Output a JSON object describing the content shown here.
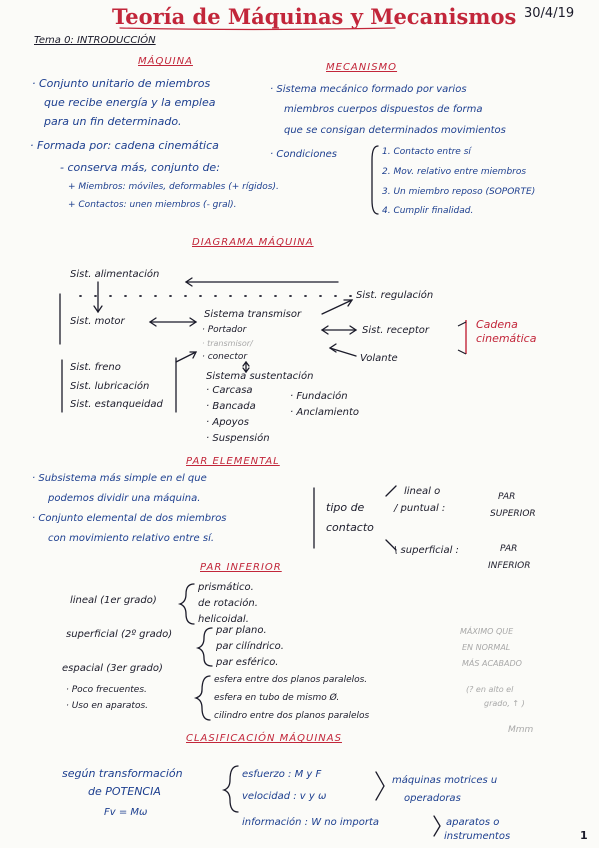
{
  "header": {
    "title": "Teoría de Máquinas y Mecanismos",
    "date": "30/4/19",
    "tema": "Tema 0: INTRODUCCIÓN"
  },
  "maquina": {
    "heading": "MÁQUINA",
    "lines": [
      "· Conjunto unitario de miembros",
      "que recibe energía y la emplea",
      "para un fin determinado.",
      "· Formada por: cadena cinemática",
      "- conserva más, conjunto de:",
      "+ Miembros: móviles, deformables (+ rígidos).",
      "+ Contactos: unen miembros (- gral)."
    ]
  },
  "mecanismo": {
    "heading": "MECANISMO",
    "lines": [
      "· Sistema mecánico formado por varios",
      "miembros cuerpos dispuestos de forma",
      "que se consigan determinados movimientos"
    ],
    "condiciones_label": "· Condiciones",
    "condiciones": [
      "1. Contacto entre sí",
      "2. Mov. relativo entre miembros",
      "3. Un miembro reposo (SOPORTE)",
      "4. Cumplir finalidad."
    ]
  },
  "diagrama": {
    "heading": "DIAGRAMA MÁQUINA",
    "sist_alimentacion": "Sist. alimentación",
    "sist_regulacion": "Sist. regulación",
    "sist_motor": "Sist. motor",
    "sistema_transmisor": "Sistema transmisor",
    "transmisor_items": [
      "· Portador",
      "· transmisor/",
      "· conector"
    ],
    "sist_receptor": "Sist. receptor",
    "cadena_cinematica": "Cadena cinemática",
    "volante": "Volante",
    "sist_freno": "Sist. freno",
    "sist_lubricacion": "Sist. lubricación",
    "sist_estanqueidad": "Sist. estanqueidad",
    "sistema_sustentacion": "Sistema sustentación",
    "sustentacion_items": [
      "· Carcasa",
      "· Bancada",
      "· Apoyos",
      "· Suspensión"
    ],
    "sustentacion_items2": [
      "· Fundación",
      "· Anclamiento"
    ]
  },
  "par_elemental": {
    "heading": "PAR ELEMENTAL",
    "lines": [
      "· Subsistema más simple en el que",
      "podemos dividir una máquina.",
      "· Conjunto elemental de dos miembros",
      "con movimiento relativo entre sí."
    ],
    "tipo_contacto": [
      "tipo de",
      "contacto"
    ],
    "lineal_puntual": [
      "lineal o",
      "/ puntual :"
    ],
    "par_superior": [
      "PAR",
      "SUPERIOR"
    ],
    "superficial": "\\ superficial :",
    "par_inferior": [
      "PAR",
      "INFERIOR"
    ]
  },
  "par_inferior": {
    "heading": "PAR INFERIOR",
    "lineal_label": "lineal (1er grado)",
    "lineal_items": [
      "prismático.",
      "de rotación.",
      "helicoidal."
    ],
    "superficial_label": "superficial (2º grado)",
    "superficial_items": [
      "par plano.",
      "par cilíndrico.",
      "par esférico."
    ],
    "espacial_label": "espacial (3er grado)",
    "espacial_notes": [
      "· Poco frecuentes.",
      "· Uso en aparatos."
    ],
    "espacial_items": [
      "esfera entre dos planos paralelos.",
      "esfera en tubo de mismo Ø.",
      "cilindro entre dos planos paralelos"
    ],
    "margin_notes": [
      "MÁXIMO QUE",
      "EN NORMAL",
      "MÁS ACABADO",
      "(? en alto el",
      "grado, ↑ )"
    ],
    "signature": "Mmm"
  },
  "clasificacion": {
    "heading": "CLASIFICACIÓN MÁQUINAS",
    "segun": [
      "según transformación",
      "de POTENCIA"
    ],
    "formula": "Fv = Mω",
    "rows": [
      "esfuerzo : M y F",
      "velocidad : v y ω",
      "información : W no importa"
    ],
    "result1": [
      "máquinas motrices u",
      "operadoras"
    ],
    "result2": [
      "aparatos o",
      "instrumentos"
    ]
  },
  "page_number": "1"
}
